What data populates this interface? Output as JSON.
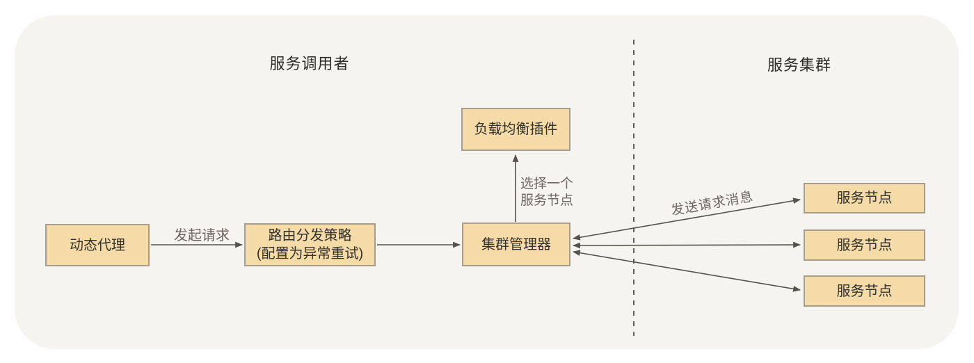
{
  "titles": {
    "service_caller": "服务调用者",
    "service_cluster": "服务集群"
  },
  "nodes": {
    "dynamic_proxy": {
      "label": "动态代理"
    },
    "routing_strategy": {
      "line1": "路由分发策略",
      "line2": "(配置为异常重试)"
    },
    "load_balancer_plugin": {
      "label": "负载均衡插件"
    },
    "cluster_manager": {
      "label": "集群管理器"
    }
  },
  "service_nodes": [
    {
      "label": "服务节点"
    },
    {
      "label": "服务节点"
    },
    {
      "label": "服务节点"
    }
  ],
  "edge_labels": {
    "initiate_request": {
      "label": "发起请求"
    },
    "select_service_node": {
      "line1": "选择一个",
      "line2": "服务节点"
    },
    "send_request_message": {
      "label": "发送请求消息"
    }
  },
  "colors": {
    "panel_bg": "#f5f4f1",
    "node_fill": "#f5dba8",
    "node_border": "#a89d8b",
    "arrow": "#56524c",
    "dashed_divider": "#45443f",
    "edge_label_text": "#6b6760",
    "node_text": "#34322c",
    "title_text": "#2d2c29"
  }
}
